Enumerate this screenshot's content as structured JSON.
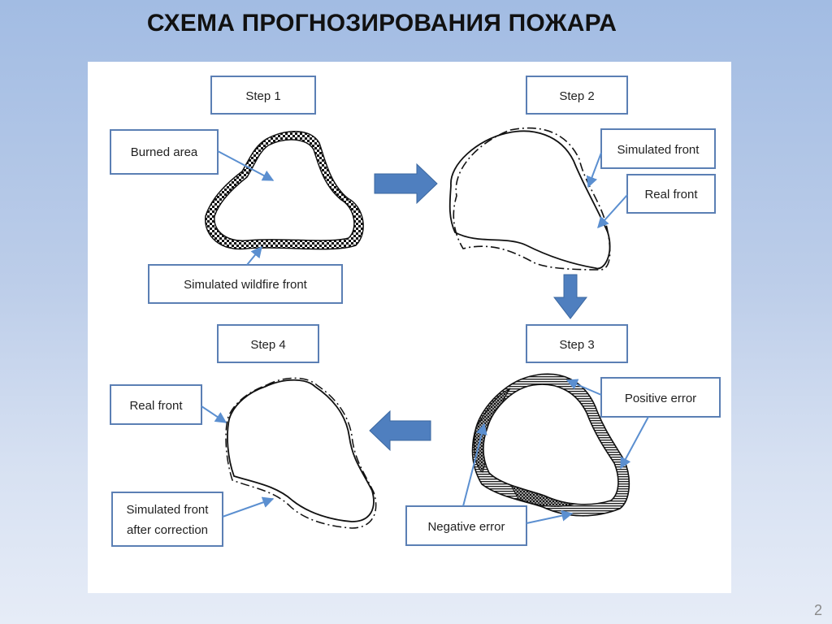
{
  "slide": {
    "title": "СХЕМА ПРОГНОЗИРОВАНИЯ ПОЖАРА",
    "page_number": "2"
  },
  "diagram": {
    "steps": [
      "Step 1",
      "Step 2",
      "Step 3",
      "Step 4"
    ],
    "step1": {
      "burned_area": "Burned area",
      "simulated_wildfire_front": "Simulated wildfire front"
    },
    "step2": {
      "simulated_front": "Simulated front",
      "real_front": "Real front"
    },
    "step3": {
      "positive_error": "Positive error",
      "negative_error": "Negative error"
    },
    "step4": {
      "real_front": "Real front",
      "simulated_after_line1": "Simulated front",
      "simulated_after_line2": "after correction"
    },
    "colors": {
      "box_border": "#5b7fb4",
      "arrow_fill": "#4f7fbf",
      "arrow_line": "#5b8fd0"
    }
  }
}
